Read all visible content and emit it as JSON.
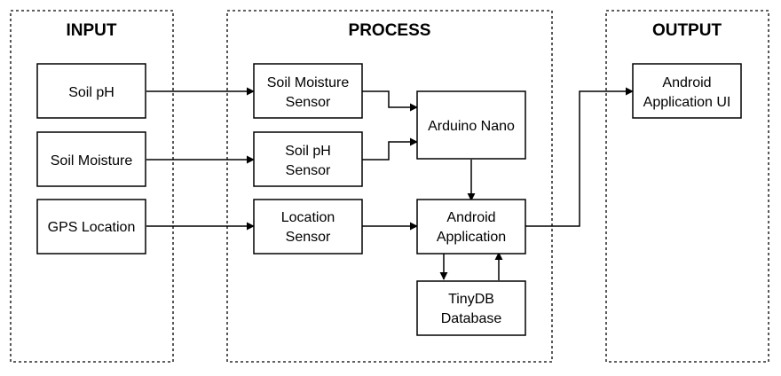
{
  "sections": {
    "input": "INPUT",
    "process": "PROCESS",
    "output": "OUTPUT"
  },
  "nodes": {
    "soil_ph": [
      "Soil pH"
    ],
    "soil_moisture": [
      "Soil Moisture"
    ],
    "gps_location": [
      "GPS Location"
    ],
    "soil_moisture_sensor": [
      "Soil Moisture",
      "Sensor"
    ],
    "soil_ph_sensor": [
      "Soil pH",
      "Sensor"
    ],
    "location_sensor": [
      "Location",
      "Sensor"
    ],
    "arduino_nano": [
      "Arduino Nano"
    ],
    "android_application": [
      "Android",
      "Application"
    ],
    "tinydb_database": [
      "TinyDB",
      "Database"
    ],
    "android_application_ui": [
      "Android",
      "Application UI"
    ]
  }
}
